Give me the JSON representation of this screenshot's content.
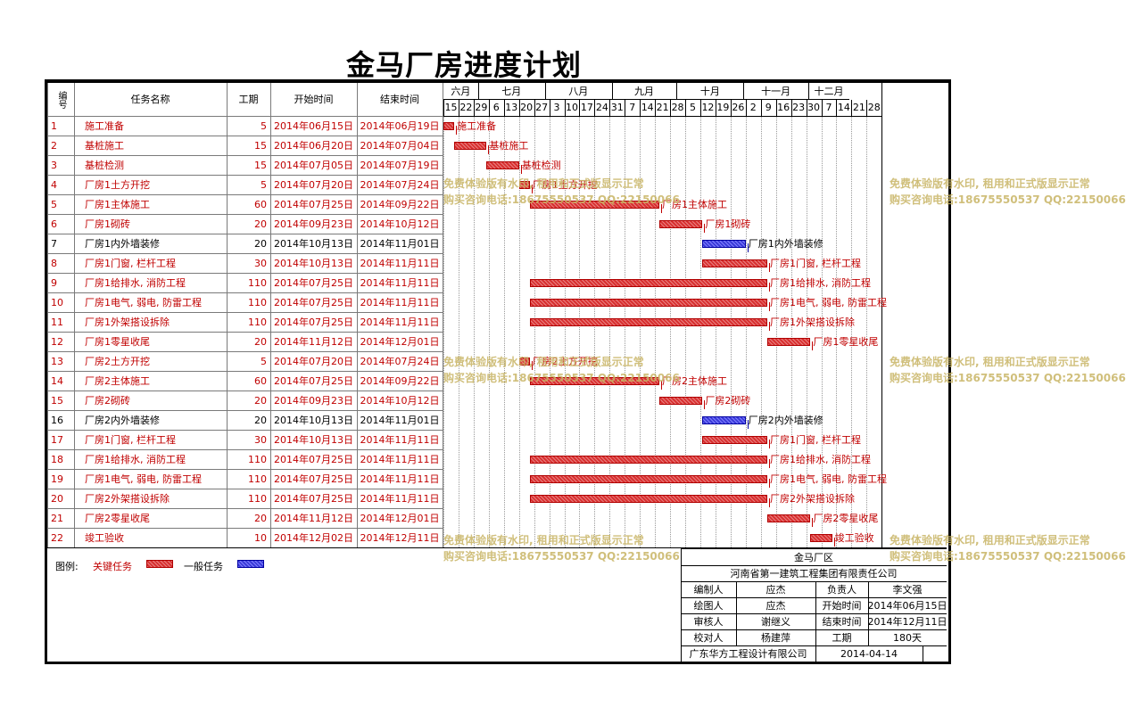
{
  "title": "金马厂房进度计划",
  "headers": {
    "no": "编号",
    "name": "任务名称",
    "dur": "工期",
    "start": "开始时间",
    "end": "结束时间"
  },
  "months": [
    "六月",
    "七月",
    "八月",
    "九月",
    "十月",
    "十一月",
    "十二月"
  ],
  "ticks": [
    "15",
    "22",
    "29",
    "6",
    "13",
    "20",
    "27",
    "3",
    "10",
    "17",
    "24",
    "31",
    "7",
    "14",
    "21",
    "28",
    "5",
    "12",
    "19",
    "26",
    "2",
    "9",
    "16",
    "23",
    "30",
    "7",
    "14",
    "21",
    "28"
  ],
  "tasks": [
    {
      "no": "1",
      "name": "施工准备",
      "dur": "5",
      "start": "2014年06月15日",
      "end": "2014年06月19日",
      "crit": true
    },
    {
      "no": "2",
      "name": "基桩施工",
      "dur": "15",
      "start": "2014年06月20日",
      "end": "2014年07月04日",
      "crit": true
    },
    {
      "no": "3",
      "name": "基桩检测",
      "dur": "15",
      "start": "2014年07月05日",
      "end": "2014年07月19日",
      "crit": true
    },
    {
      "no": "4",
      "name": "厂房1土方开挖",
      "dur": "5",
      "start": "2014年07月20日",
      "end": "2014年07月24日",
      "crit": true
    },
    {
      "no": "5",
      "name": "厂房1主体施工",
      "dur": "60",
      "start": "2014年07月25日",
      "end": "2014年09月22日",
      "crit": true
    },
    {
      "no": "6",
      "name": "厂房1砌砖",
      "dur": "20",
      "start": "2014年09月23日",
      "end": "2014年10月12日",
      "crit": true
    },
    {
      "no": "7",
      "name": "厂房1内外墙装修",
      "dur": "20",
      "start": "2014年10月13日",
      "end": "2014年11月01日",
      "crit": false
    },
    {
      "no": "8",
      "name": "厂房1门窗, 栏杆工程",
      "dur": "30",
      "start": "2014年10月13日",
      "end": "2014年11月11日",
      "crit": true
    },
    {
      "no": "9",
      "name": "厂房1给排水, 消防工程",
      "dur": "110",
      "start": "2014年07月25日",
      "end": "2014年11月11日",
      "crit": true
    },
    {
      "no": "10",
      "name": "厂房1电气, 弱电, 防雷工程",
      "dur": "110",
      "start": "2014年07月25日",
      "end": "2014年11月11日",
      "crit": true
    },
    {
      "no": "11",
      "name": "厂房1外架搭设拆除",
      "dur": "110",
      "start": "2014年07月25日",
      "end": "2014年11月11日",
      "crit": true
    },
    {
      "no": "12",
      "name": "厂房1零星收尾",
      "dur": "20",
      "start": "2014年11月12日",
      "end": "2014年12月01日",
      "crit": true
    },
    {
      "no": "13",
      "name": "厂房2土方开挖",
      "dur": "5",
      "start": "2014年07月20日",
      "end": "2014年07月24日",
      "crit": true
    },
    {
      "no": "14",
      "name": "厂房2主体施工",
      "dur": "60",
      "start": "2014年07月25日",
      "end": "2014年09月22日",
      "crit": true
    },
    {
      "no": "15",
      "name": "厂房2砌砖",
      "dur": "20",
      "start": "2014年09月23日",
      "end": "2014年10月12日",
      "crit": true
    },
    {
      "no": "16",
      "name": "厂房2内外墙装修",
      "dur": "20",
      "start": "2014年10月13日",
      "end": "2014年11月01日",
      "crit": false
    },
    {
      "no": "17",
      "name": "厂房1门窗, 栏杆工程",
      "dur": "30",
      "start": "2014年10月13日",
      "end": "2014年11月11日",
      "crit": true
    },
    {
      "no": "18",
      "name": "厂房1给排水, 消防工程",
      "dur": "110",
      "start": "2014年07月25日",
      "end": "2014年11月11日",
      "crit": true
    },
    {
      "no": "19",
      "name": "厂房1电气, 弱电, 防雷工程",
      "dur": "110",
      "start": "2014年07月25日",
      "end": "2014年11月11日",
      "crit": true
    },
    {
      "no": "20",
      "name": "厂房2外架搭设拆除",
      "dur": "110",
      "start": "2014年07月25日",
      "end": "2014年11月11日",
      "crit": true
    },
    {
      "no": "21",
      "name": "厂房2零星收尾",
      "dur": "20",
      "start": "2014年11月12日",
      "end": "2014年12月01日",
      "crit": true
    },
    {
      "no": "22",
      "name": "竣工验收",
      "dur": "10",
      "start": "2014年12月02日",
      "end": "2014年12月11日",
      "crit": true
    }
  ],
  "bars": [
    {
      "s": 0,
      "e": 5,
      "label": "施工准备",
      "crit": true
    },
    {
      "s": 5,
      "e": 20,
      "label": "基桩施工",
      "crit": true
    },
    {
      "s": 20,
      "e": 35,
      "label": "基桩检测",
      "crit": true
    },
    {
      "s": 35,
      "e": 40,
      "label": "厂房1土方开挖",
      "crit": true
    },
    {
      "s": 40,
      "e": 100,
      "label": "厂房1主体施工",
      "crit": true
    },
    {
      "s": 100,
      "e": 120,
      "label": "厂房1砌砖",
      "crit": true
    },
    {
      "s": 120,
      "e": 140,
      "label": "厂房1内外墙装修",
      "crit": false
    },
    {
      "s": 120,
      "e": 150,
      "label": "厂房1门窗, 栏杆工程",
      "crit": true
    },
    {
      "s": 40,
      "e": 150,
      "label": "厂房1给排水, 消防工程",
      "crit": true
    },
    {
      "s": 40,
      "e": 150,
      "label": "厂房1电气, 弱电, 防雷工程",
      "crit": true
    },
    {
      "s": 40,
      "e": 150,
      "label": "厂房1外架搭设拆除",
      "crit": true
    },
    {
      "s": 150,
      "e": 170,
      "label": "厂房1零星收尾",
      "crit": true
    },
    {
      "s": 35,
      "e": 40,
      "label": "厂房2土方开挖",
      "crit": true
    },
    {
      "s": 40,
      "e": 100,
      "label": "厂房2主体施工",
      "crit": true
    },
    {
      "s": 100,
      "e": 120,
      "label": "厂房2砌砖",
      "crit": true
    },
    {
      "s": 120,
      "e": 140,
      "label": "厂房2内外墙装修",
      "crit": false
    },
    {
      "s": 120,
      "e": 150,
      "label": "厂房1门窗, 栏杆工程",
      "crit": true
    },
    {
      "s": 40,
      "e": 150,
      "label": "厂房1给排水, 消防工程",
      "crit": true
    },
    {
      "s": 40,
      "e": 150,
      "label": "厂房1电气, 弱电, 防雷工程",
      "crit": true
    },
    {
      "s": 40,
      "e": 150,
      "label": "厂房2外架搭设拆除",
      "crit": true
    },
    {
      "s": 150,
      "e": 170,
      "label": "厂房2零星收尾",
      "crit": true
    },
    {
      "s": 170,
      "e": 180,
      "label": "竣工验收",
      "crit": true
    }
  ],
  "legend": {
    "label": "图例:",
    "critical": "关键任务",
    "general": "一般任务"
  },
  "watermark": {
    "line1": "免费体验版有水印, 租用和正式版显示正常",
    "line2": "购买咨询电话:18675550537 QQ:22150066"
  },
  "info": {
    "project": "金马厂区",
    "company": "河南省第一建筑工程集团有限责任公司",
    "r1": [
      "编制人",
      "应杰",
      "负责人",
      "李文强"
    ],
    "r2": [
      "绘图人",
      "应杰",
      "开始时间",
      "2014年06月15日"
    ],
    "r3": [
      "审核人",
      "谢继义",
      "结束时间",
      "2014年12月11日"
    ],
    "r4": [
      "校对人",
      "杨建萍",
      "工期",
      "180天"
    ],
    "designer": "广东华方工程设计有限公司",
    "date": "2014-04-14"
  },
  "colors": {
    "critical": "#d83030",
    "general": "#3a3ad8",
    "text_red": "#c00000"
  }
}
